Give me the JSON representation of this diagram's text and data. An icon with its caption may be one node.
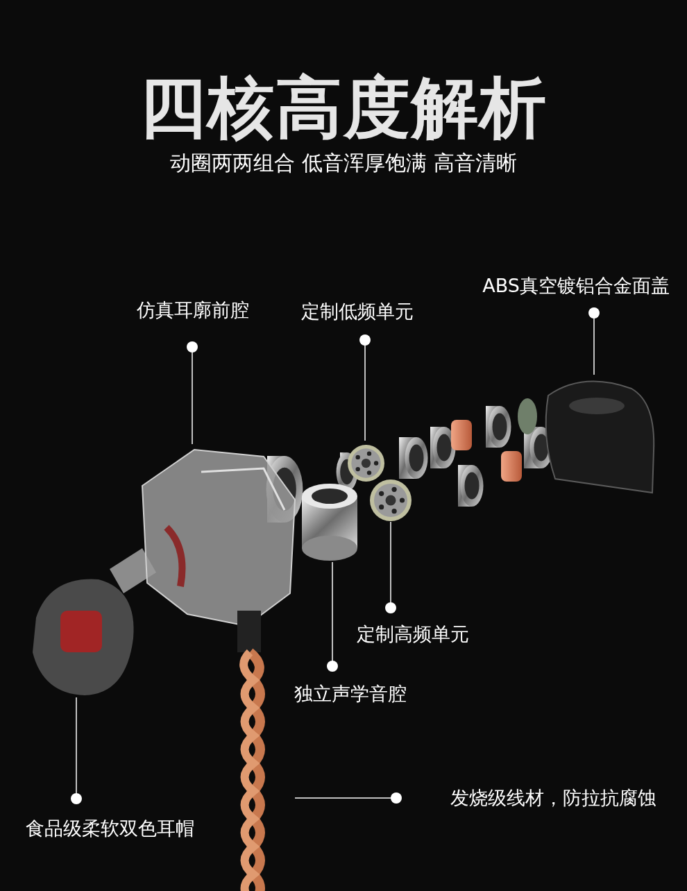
{
  "diagram": {
    "title": "四核高度解析",
    "nodes": [
      {
        "text": [
          "仿真耳廓前腔"
        ]
      },
      {
        "text": [
          "定制低频单元"
        ]
      },
      {
        "text": [
          "ABS真空镀铝合金面盖"
        ]
      },
      {
        "text": [
          "定制高频单元"
        ]
      },
      {
        "text": [
          "独立声学音腔"
        ]
      },
      {
        "text": [
          "食品级柔软双色耳帽"
        ]
      },
      {
        "text": [
          "发烧级线材，防拉抗腐蚀"
        ]
      },
      {
        "text": [],
        "shape": "picture"
      },
      {
        "text": [],
        "shape": "picture"
      },
      {
        "text": [],
        "shape": "picture"
      },
      {
        "text": [],
        "shape": "picture"
      },
      {
        "text": [],
        "shape": "picture"
      },
      {
        "text": [],
        "shape": "picture"
      },
      {
        "text": [],
        "shape": "picture"
      }
    ],
    "edges": [
      {
        "from": 0,
        "to": 7,
        "arrow": "other"
      },
      {
        "from": 1,
        "to": 8,
        "arrow": "other"
      },
      {
        "from": 2,
        "to": 9,
        "arrow": "other"
      },
      {
        "from": 3,
        "to": 10,
        "arrow": "other"
      },
      {
        "from": 4,
        "to": 11,
        "arrow": "other"
      },
      {
        "from": 5,
        "to": 12,
        "arrow": "other"
      },
      {
        "from": 6,
        "to": 13,
        "arrow": "other"
      }
    ],
    "labels": [
      "动圈两两组合 低音浑厚饱满 高音清晰"
    ]
  }
}
